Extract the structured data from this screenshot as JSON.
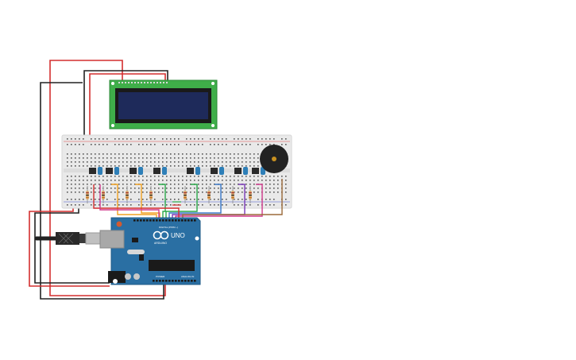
{
  "arduino": {
    "logo_text": "UNO",
    "model_text": "ARDUINO",
    "digital_label": "DIGITAL (PWM ~)",
    "power_label": "POWER",
    "analog_label": "ANALOG IN"
  },
  "colors": {
    "lcd_board": "#3fae49",
    "lcd_screen": "#1e2a5a",
    "breadboard": "#e9e9e9",
    "arduino_board": "#2a6fa3",
    "wire_red": "#d32f2f",
    "wire_black": "#222222",
    "wire_orange": "#f0a020",
    "wire_green": "#2aa84a",
    "wire_blue": "#3a78c8",
    "wire_purple": "#7a3ab8",
    "wire_pink": "#d03a8c",
    "wire_brown": "#9b6a3a",
    "buzzer": "#222222"
  },
  "components": {
    "lcd": "lcd-16x2",
    "buzzer": "piezo-buzzer",
    "button_count": 8,
    "resistor_count": 8
  }
}
